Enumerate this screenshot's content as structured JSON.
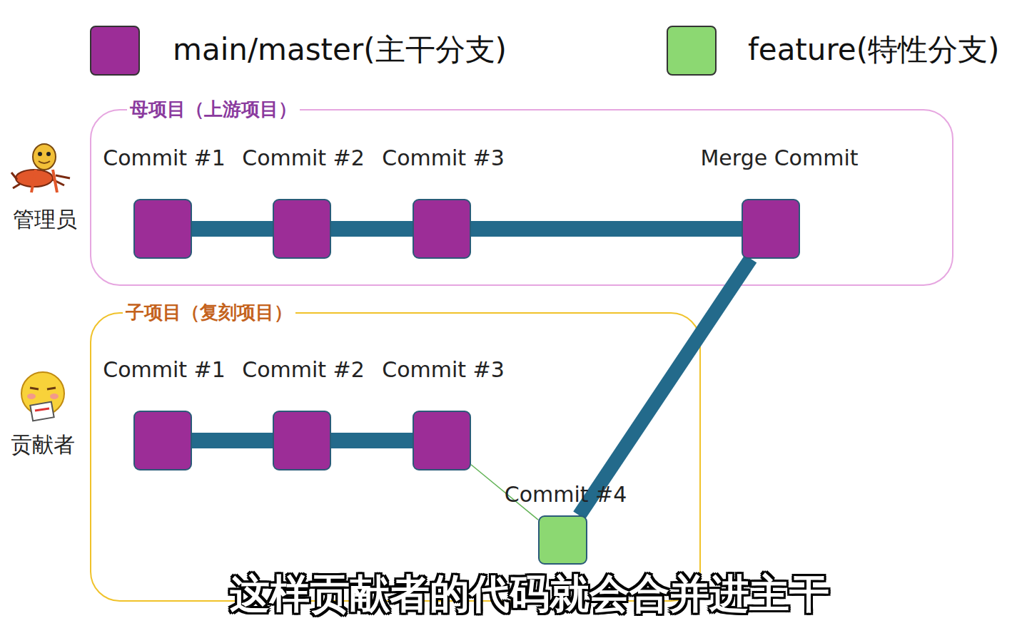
{
  "diagram": {
    "caption": "这样贡献者的代码就会合并进主干",
    "nodes": [
      {
        "text": [
          "母项目（上游项目）"
        ]
      },
      {
        "text": [
          "Commit #1"
        ],
        "in": 0
      },
      {
        "text": [
          "Commit #2"
        ],
        "in": 0
      },
      {
        "text": [
          "Commit #3"
        ],
        "in": 0
      },
      {
        "text": [
          "Merge Commit"
        ],
        "in": 0
      },
      {
        "text": [
          "子项目（复刻项目）"
        ]
      },
      {
        "text": [
          "Commit #1"
        ],
        "in": 5
      },
      {
        "text": [
          "Commit #2"
        ],
        "in": 5
      },
      {
        "text": [
          "Commit #3"
        ],
        "in": 5
      },
      {
        "text": [
          "Commit #4"
        ],
        "in": 5
      }
    ],
    "edges": [
      {
        "from": 1,
        "to": 2,
        "arrow": "none"
      },
      {
        "from": 2,
        "to": 3,
        "arrow": "none"
      },
      {
        "from": 3,
        "to": 4,
        "arrow": "none"
      },
      {
        "from": 6,
        "to": 7,
        "arrow": "none"
      },
      {
        "from": 7,
        "to": 8,
        "arrow": "none"
      },
      {
        "from": 8,
        "to": 9,
        "arrow": "none"
      },
      {
        "from": 9,
        "to": 4,
        "arrow": "none"
      }
    ],
    "labels": [
      "管理员",
      "贡献者"
    ],
    "legend": [
      {
        "text": "main/master(主干分支)",
        "color": "#9c2d97"
      },
      {
        "text": "feature(特性分支)",
        "color": "#8cd872"
      }
    ]
  }
}
